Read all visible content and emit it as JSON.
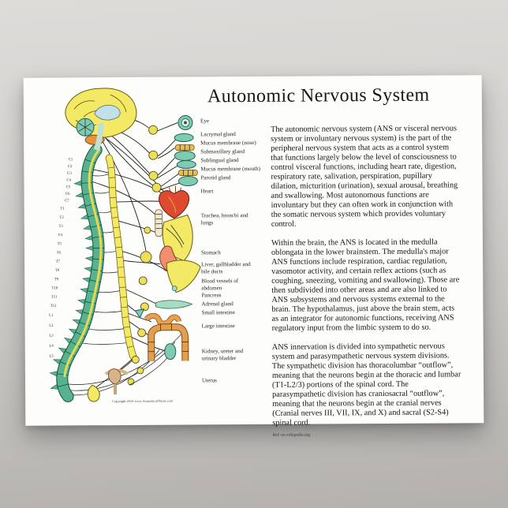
{
  "poster": {
    "title": "Autonomic Nervous System",
    "paragraphs": [
      "The autonomic nervous system (ANS or visceral nervous system or involuntary nervous system) is the part of the peripheral nervous system that acts as a control system that functions largely below the level of consciousness to control visceral functions, including heart rate, digestion, respiratory rate, salivation, perspiration, pupillary dilation, micturition (urination), sexual arousal, breathing and swallowing. Most autonomous functions are involuntary but they can often work in conjunction with the somatic nervous system which provides voluntary control.",
      "Within the brain, the ANS is located in the medulla oblongata in the lower brainstem. The medulla's major ANS functions include respiration, cardiac regulation, vasomotor activity, and certain reflex actions (such as coughing, sneezing, vomiting and swallowing). Those are then subdivided into other areas and are also linked to ANS subsystems and nervous systems external to the brain. The hypothalamus, just above the brain stem, acts as an integrator for autonomic functions, receiving ANS regulatory input from the limbic system to do so.",
      "ANS innervation is divided into sympathetic nervous system and parasympathetic nervous system divisions. The sympathetic division has thoracolumbar “outflow”, meaning that the neurons begin at the thoracic and lumbar (T1-L2/3) portions of the spinal cord. The parasympathetic division has craniosacral “outflow”, meaning that the neurons begin at the cranial nerves (Cranial nerves III, VII, IX, and X) and sacral (S2-S4) spinal cord."
    ],
    "reference": "Ref: en.wikipedia.org",
    "copyright": "Copyright 2016 www.AnatomicalPrints.com"
  },
  "diagram": {
    "organ_labels": [
      "Eye",
      "Lacrymal gland",
      "Mucus membrane (nose)",
      "Submaxillary gland",
      "Sublingual gland",
      "Mucus membrane (mouth)",
      "Parotid gland",
      "Heart",
      "Trachea, bronchi and lungs",
      "Stomach",
      "Liver, gallbladder and bile ducts",
      "Blood vessels of abdomen",
      "Pancreas",
      "Adrenal gland",
      "Small intestine",
      "Large intestine",
      "Kidney, ureter and urinary bladder",
      "Uterus"
    ],
    "vertebrae": [
      "C1",
      "C2",
      "C3",
      "C4",
      "C5",
      "C6",
      "C7",
      "T1",
      "T2",
      "T3",
      "T4",
      "T5",
      "T6",
      "T7",
      "T8",
      "T9",
      "T10",
      "T11",
      "T12",
      "L1",
      "L2",
      "L3",
      "L4",
      "L5"
    ]
  },
  "colors": {
    "teal": "#7ecbb4",
    "spine_green": "#57b38f",
    "yellow": "#f3e964",
    "ganglion_yellow": "#ece05a",
    "gold": "#e8bd4e",
    "orange": "#e8923f",
    "heart_red": "#dd4a30",
    "stomach_salmon": "#ef8f6e",
    "uterus_tan": "#d8b387",
    "brain_blue": "#c2e0ea",
    "backdrop_gray": "#b3b0ad",
    "paper_white": "#fdfdfc"
  }
}
